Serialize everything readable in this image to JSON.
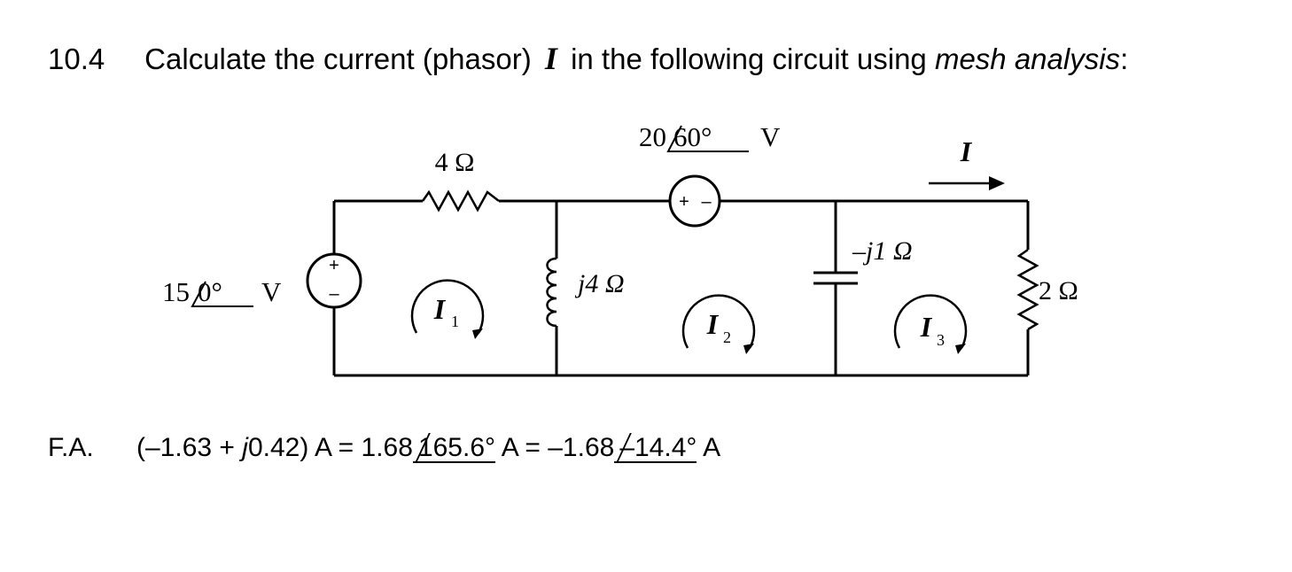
{
  "problem": {
    "number": "10.4",
    "text_before": "Calculate the current (phasor)",
    "variable": "I",
    "text_middle": "in the following circuit using",
    "method": "mesh analysis",
    "text_after": ":"
  },
  "circuit": {
    "source_left": {
      "magnitude": "15",
      "angle": "0°",
      "unit": "V",
      "plus": "+",
      "minus": "–"
    },
    "resistor_top": "4 Ω",
    "source_top": {
      "magnitude": "20",
      "angle": "60°",
      "unit": "V",
      "plus": "+",
      "minus": "–"
    },
    "inductor": "j4 Ω",
    "capacitor": "–j1 Ω",
    "resistor_right": "2 Ω",
    "current_label": "I",
    "mesh_currents": [
      {
        "name": "I",
        "sub": "1"
      },
      {
        "name": "I",
        "sub": "2"
      },
      {
        "name": "I",
        "sub": "3"
      }
    ]
  },
  "answer": {
    "label": "F.A.",
    "rect_open": "(–1.63 + ",
    "rect_j": "j",
    "rect_close": "0.42) A = 1.68",
    "polar_angle": "165.6°",
    "middle": " A = –1.68",
    "polar_angle2": "–14.4°",
    "end": " A"
  }
}
